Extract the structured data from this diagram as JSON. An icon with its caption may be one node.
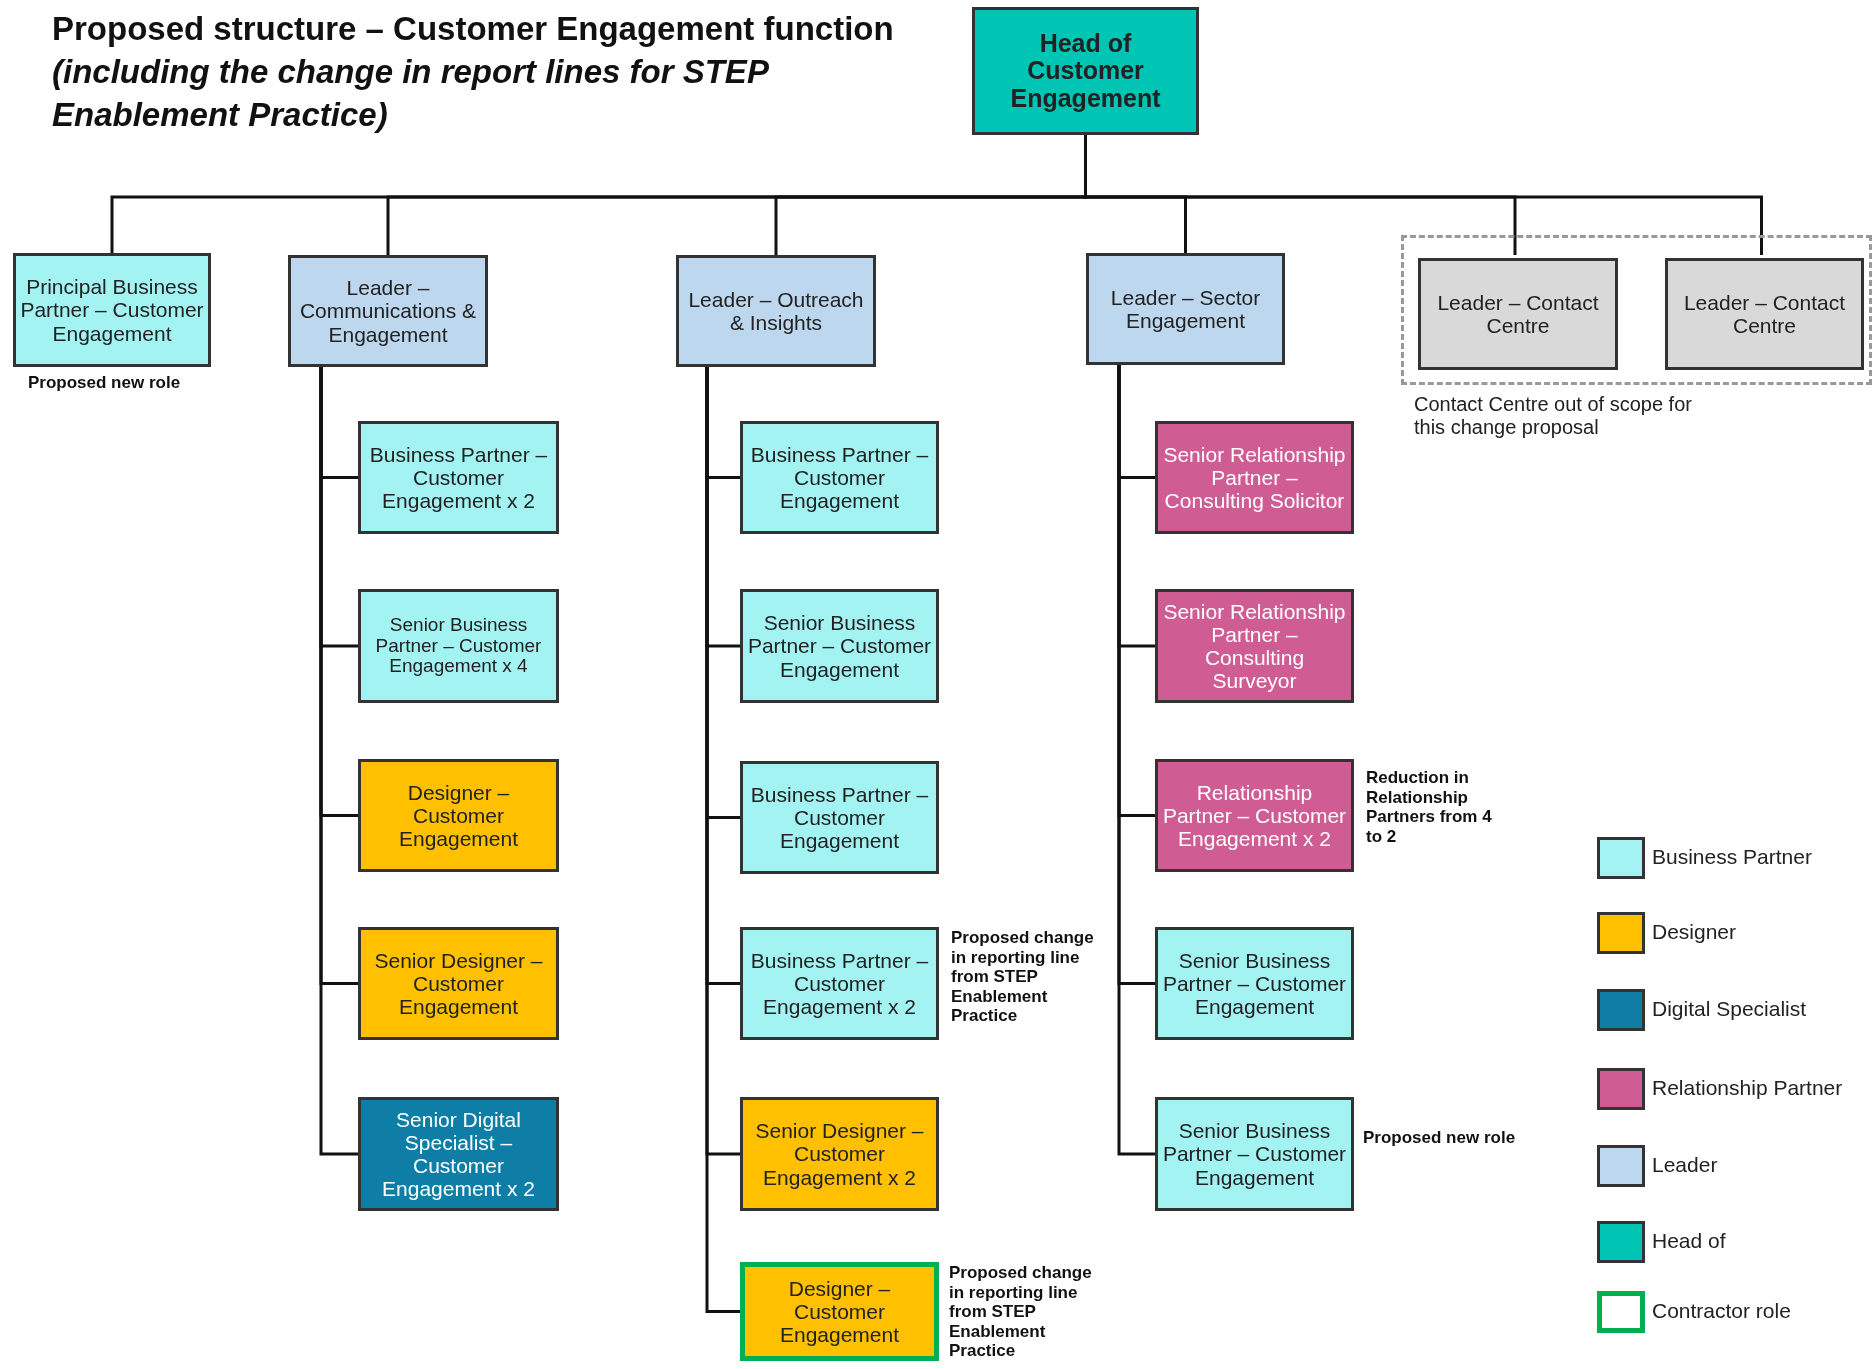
{
  "diagram": {
    "title": "Proposed structure – Customer Engagement function *(including the change in report lines for STEP Enablement Practice)*",
    "nodes": [
      {
        "text": [
          "Head of Customer Engagement"
        ]
      },
      {
        "text": [
          "Principal Business Partner – Customer Engagement"
        ],
        "beside": [
          "Proposed new role"
        ]
      },
      {
        "text": [
          "Leader – Communications & Engagement"
        ]
      },
      {
        "text": [
          "Leader – Outreach & Insights"
        ]
      },
      {
        "text": [
          "Leader – Sector Engagement"
        ]
      },
      {
        "text": [
          "Contact Centre out of scope for this change proposal"
        ]
      },
      {
        "text": [
          "Leader – Contact Centre"
        ],
        "in": 5
      },
      {
        "text": [
          "Leader – Contact Centre"
        ],
        "in": 5
      },
      {
        "text": [
          "Business Partner – Customer Engagement x 2"
        ]
      },
      {
        "text": [
          "Senior Business Partner – Customer Engagement x 4"
        ]
      },
      {
        "text": [
          "Designer – Customer Engagement"
        ]
      },
      {
        "text": [
          "Senior Designer – Customer Engagement"
        ]
      },
      {
        "text": [
          "Senior Digital Specialist – Customer Engagement x 2"
        ]
      },
      {
        "text": [
          "Business Partner – Customer Engagement"
        ]
      },
      {
        "text": [
          "Senior Business Partner – Customer Engagement"
        ]
      },
      {
        "text": [
          "Business Partner – Customer Engagement"
        ]
      },
      {
        "text": [
          "Business Partner – Customer Engagement x 2"
        ],
        "beside": [
          "Proposed change in reporting line from STEP Enablement Practice"
        ]
      },
      {
        "text": [
          "Senior Designer – Customer Engagement x 2"
        ]
      },
      {
        "text": [
          "Designer – Customer Engagement"
        ],
        "beside": [
          "Proposed change in reporting line from STEP Enablement Practice"
        ]
      },
      {
        "text": [
          "Senior Relationship Partner – Consulting Solicitor"
        ]
      },
      {
        "text": [
          "Senior Relationship Partner – Consulting Surveyor"
        ]
      },
      {
        "text": [
          "Relationship Partner – Customer Engagement x 2"
        ],
        "beside": [
          "Reduction in Relationship Partners from 4 to 2"
        ]
      },
      {
        "text": [
          "Senior Business Partner – Customer Engagement"
        ]
      },
      {
        "text": [
          "Senior Business Partner – Customer Engagement"
        ],
        "beside": [
          "Proposed new role"
        ]
      }
    ],
    "edges": [
      {
        "from": 0,
        "to": 1,
        "arrow": "none"
      },
      {
        "from": 0,
        "to": 2,
        "arrow": "none"
      },
      {
        "from": 0,
        "to": 3,
        "arrow": "none"
      },
      {
        "from": 0,
        "to": 4,
        "arrow": "none"
      },
      {
        "from": 0,
        "to": 6,
        "arrow": "none"
      },
      {
        "from": 0,
        "to": 7,
        "arrow": "none"
      },
      {
        "from": 2,
        "to": 8,
        "arrow": "none"
      },
      {
        "from": 2,
        "to": 9,
        "arrow": "none"
      },
      {
        "from": 2,
        "to": 10,
        "arrow": "none"
      },
      {
        "from": 2,
        "to": 11,
        "arrow": "none"
      },
      {
        "from": 2,
        "to": 12,
        "arrow": "none"
      },
      {
        "from": 3,
        "to": 13,
        "arrow": "none"
      },
      {
        "from": 3,
        "to": 14,
        "arrow": "none"
      },
      {
        "from": 3,
        "to": 15,
        "arrow": "none"
      },
      {
        "from": 3,
        "to": 16,
        "arrow": "none"
      },
      {
        "from": 3,
        "to": 17,
        "arrow": "none"
      },
      {
        "from": 3,
        "to": 18,
        "arrow": "none"
      },
      {
        "from": 4,
        "to": 19,
        "arrow": "none"
      },
      {
        "from": 4,
        "to": 20,
        "arrow": "none"
      },
      {
        "from": 4,
        "to": 21,
        "arrow": "none"
      },
      {
        "from": 4,
        "to": 22,
        "arrow": "none"
      },
      {
        "from": 4,
        "to": 23,
        "arrow": "none"
      }
    ],
    "legend": [
      {
        "text": "Business Partner",
        "color": "#a3f3f3"
      },
      {
        "text": "Designer",
        "color": "#ffc000"
      },
      {
        "text": "Digital Specialist",
        "color": "#0f7ea6"
      },
      {
        "text": "Relationship Partner",
        "color": "#d05c94"
      },
      {
        "text": "Leader",
        "color": "#bdd7ee"
      },
      {
        "text": "Head of",
        "color": "#00c4b4"
      },
      {
        "text": "Contractor role",
        "color": "#00b050"
      }
    ]
  }
}
